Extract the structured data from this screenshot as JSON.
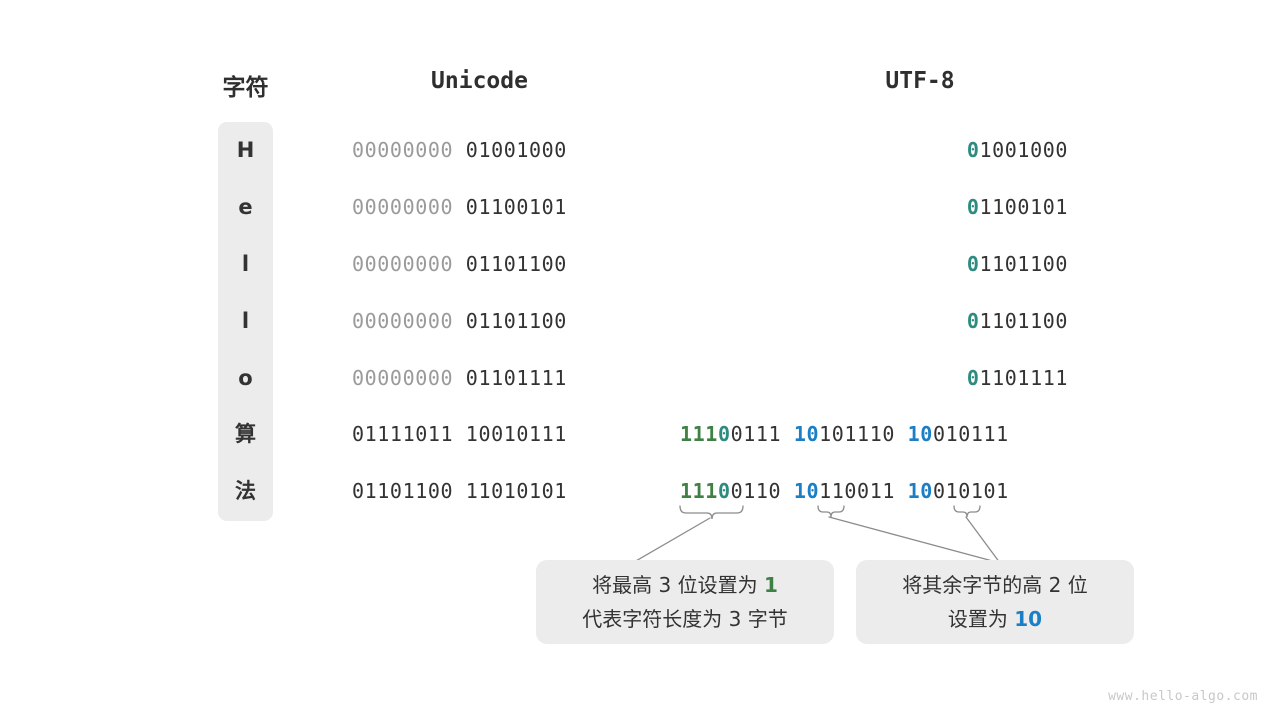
{
  "headers": {
    "character": "字符",
    "unicode": "Unicode",
    "utf8": "UTF-8"
  },
  "colors": {
    "dim_gray": "#9a9a9a",
    "body_text": "#333333",
    "teal": "#2d8b7f",
    "green": "#3f8045",
    "blue": "#1c7fc5",
    "box_fill": "#ececec",
    "background": "#ffffff",
    "watermark": "#c8c8c8"
  },
  "rows": [
    {
      "char": "H",
      "unicode_high": "00000000",
      "unicode_low": "01001000",
      "utf8_type": "ascii",
      "utf8_prefix": "0",
      "utf8_rest": "1001000"
    },
    {
      "char": "e",
      "unicode_high": "00000000",
      "unicode_low": "01100101",
      "utf8_type": "ascii",
      "utf8_prefix": "0",
      "utf8_rest": "1100101"
    },
    {
      "char": "l",
      "unicode_high": "00000000",
      "unicode_low": "01101100",
      "utf8_type": "ascii",
      "utf8_prefix": "0",
      "utf8_rest": "1101100"
    },
    {
      "char": "l",
      "unicode_high": "00000000",
      "unicode_low": "01101100",
      "utf8_type": "ascii",
      "utf8_prefix": "0",
      "utf8_rest": "1101100"
    },
    {
      "char": "o",
      "unicode_high": "00000000",
      "unicode_low": "01101111",
      "utf8_type": "ascii",
      "utf8_prefix": "0",
      "utf8_rest": "1101111"
    },
    {
      "char": "算",
      "unicode_high": "01111011",
      "unicode_low": "10010111",
      "utf8_type": "multibyte",
      "b1_green": "111",
      "b1_teal": "0",
      "b1_rest": "0111",
      "b2_blue": "10",
      "b2_rest": "101110",
      "b3_blue": "10",
      "b3_rest": "010111"
    },
    {
      "char": "法",
      "unicode_high": "01101100",
      "unicode_low": "11010101",
      "utf8_type": "multibyte",
      "b1_green": "111",
      "b1_teal": "0",
      "b1_rest": "0110",
      "b2_blue": "10",
      "b2_rest": "110011",
      "b3_blue": "10",
      "b3_rest": "010101"
    }
  ],
  "callouts": [
    {
      "line1_pre": "将最高 3 位设置为 ",
      "line1_hl": "1",
      "line2": "代表字符长度为 3 字节"
    },
    {
      "line1": "将其余字节的高 2 位",
      "line2_pre": "设置为 ",
      "line2_hl": "10"
    }
  ],
  "watermark": "www.hello-algo.com"
}
